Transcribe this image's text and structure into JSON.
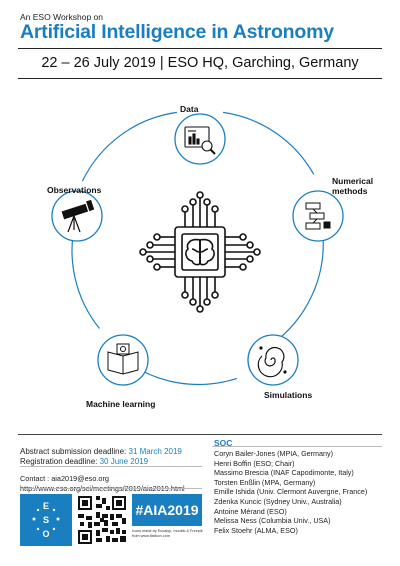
{
  "header": {
    "kicker": "An ESO Workshop on",
    "title": "Artificial Intelligence in Astronomy",
    "dates": "22 – 26 July 2019 | ESO HQ, Garching, Germany"
  },
  "diagram": {
    "center_icon": "brain-chip-icon",
    "nodes": [
      {
        "label": "Data",
        "icon": "data-analysis-icon"
      },
      {
        "label": "Numerical",
        "label2": "methods",
        "icon": "flowchart-icon"
      },
      {
        "label": "Simulations",
        "icon": "galaxy-icon"
      },
      {
        "label": "Machine learning",
        "icon": "book-icon"
      },
      {
        "label": "Observations",
        "icon": "telescope-icon"
      }
    ],
    "colors": {
      "ring": "#1a7fc1",
      "icon": "#111111"
    }
  },
  "footer": {
    "abstract_label": "Abstract submission deadline: ",
    "abstract_date": "31 March 2019",
    "registration_label": "Registration deadline: ",
    "registration_date": "30 June 2019",
    "contact": "Contact : aia2019@eso.org",
    "url": "http://www.eso.org/sci/meetings/2019/aia2019.html",
    "hashtag": "#AIA2019",
    "credits": "Icons made by Eucalyp, monkik & Freepik from www.flaticon.com",
    "logo_text": "ESO"
  },
  "soc": {
    "title": "SOC",
    "members": [
      "Coryn Bailer-Jones (MPIA, Germany)",
      "Henri Boffin (ESO; Chair)",
      "Massimo Brescia (INAF Capodimonte, Italy)",
      "Torsten Enßlin (MPA, Germany)",
      "Emille Ishida (Univ. Clermont Auvergne, France)",
      "Zdenka Kuncic (Sydney Univ., Australia)",
      "Antoine Mérand (ESO)",
      "Melissa Ness (Columbia Univ., USA)",
      "Felix Stoehr (ALMA, ESO)"
    ]
  },
  "brand_colors": {
    "accent": "#1a7fc1"
  }
}
